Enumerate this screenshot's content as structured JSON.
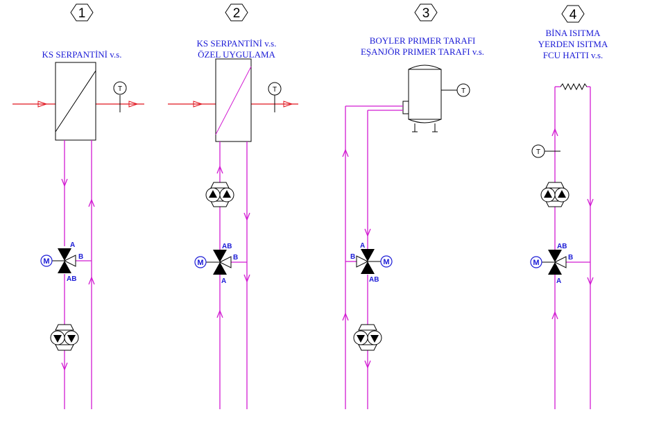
{
  "colors": {
    "pipe": "#d21bd2",
    "air_flow": "#e0141e",
    "label": "#1a1ad6",
    "symbol": "#000000"
  },
  "symbols": {
    "temperature": "T",
    "motor": "M"
  },
  "schemes": [
    {
      "number": "1",
      "title_lines": [
        "KS SERPANTİNİ v.s."
      ],
      "valve_ports": {
        "top": "A",
        "side": "B",
        "bottom": "AB"
      }
    },
    {
      "number": "2",
      "title_lines": [
        "KS SERPANTİNİ v.s.",
        "ÖZEL UYGULAMA"
      ],
      "valve_ports": {
        "top": "AB",
        "side": "B",
        "bottom": "A"
      }
    },
    {
      "number": "3",
      "title_lines": [
        "BOYLER PRIMER TARAFI",
        "EŞANJÖR PRIMER TARAFI v.s."
      ],
      "valve_ports": {
        "top": "A",
        "side": "B",
        "bottom": "AB"
      }
    },
    {
      "number": "4",
      "title_lines": [
        "BİNA ISITMA",
        "YERDEN ISITMA",
        "FCU HATTI v.s."
      ],
      "valve_ports": {
        "top": "AB",
        "side": "B",
        "bottom": "A"
      }
    }
  ]
}
